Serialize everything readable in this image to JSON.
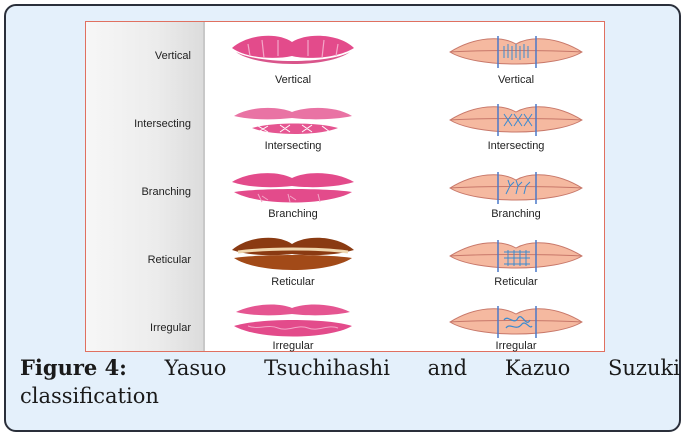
{
  "figure": {
    "rows": [
      {
        "label": "Vertical",
        "print_caption": "Vertical",
        "diagram_caption": "Vertical"
      },
      {
        "label": "Intersecting",
        "print_caption": "Intersecting",
        "diagram_caption": "Intersecting"
      },
      {
        "label": "Branching",
        "print_caption": "Branching",
        "diagram_caption": "Branching"
      },
      {
        "label": "Reticular",
        "print_caption": "Reticular",
        "diagram_caption": "Reticular"
      },
      {
        "label": "Irregular",
        "print_caption": "Irregular",
        "diagram_caption": "Irregular"
      }
    ],
    "colors": {
      "print_pink": "#e0377e",
      "print_brown": "#8a3a12",
      "lip_fill": "#f5b9a0",
      "groove_blue": "#4a78c8"
    }
  },
  "caption": {
    "prefix": "Figure 4:",
    "words": [
      "Yasuo",
      "Tsuchihashi",
      "and",
      "Kazuo",
      "Suzuki"
    ],
    "line2": "classification"
  }
}
